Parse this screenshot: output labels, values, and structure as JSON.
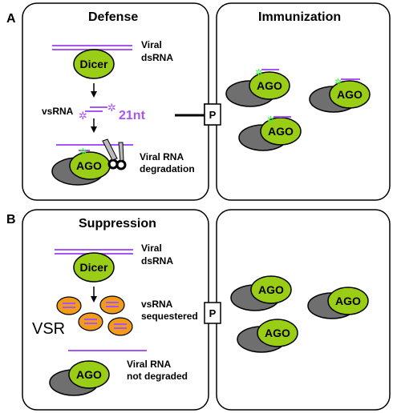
{
  "panels": {
    "A": {
      "letter": "A",
      "defense_title": "Defense",
      "immunization_title": "Immunization",
      "viral_dsrna_line1": "Viral",
      "viral_dsrna_line2": "dsRNA",
      "dicer": "Dicer",
      "vsrna": "vsRNA",
      "nt": "21nt",
      "ago": "AGO",
      "degradation_line1": "Viral RNA",
      "degradation_line2": "degradation",
      "p_label": "P"
    },
    "B": {
      "letter": "B",
      "suppression_title": "Suppression",
      "viral_dsrna_line1": "Viral",
      "viral_dsrna_line2": "dsRNA",
      "dicer": "Dicer",
      "vsr": "VSR",
      "sequestered_line1": "vsRNA",
      "sequestered_line2": "sequestered",
      "ago": "AGO",
      "not_degraded_line1": "Viral RNA",
      "not_degraded_line2": "not degraded",
      "p_label": "P"
    }
  },
  "colors": {
    "rna": "#a855f7",
    "green_node": "#9acd16",
    "gray_node": "#6f6f6f",
    "orange_vsr": "#f29a1a",
    "star": "#33ff33"
  }
}
